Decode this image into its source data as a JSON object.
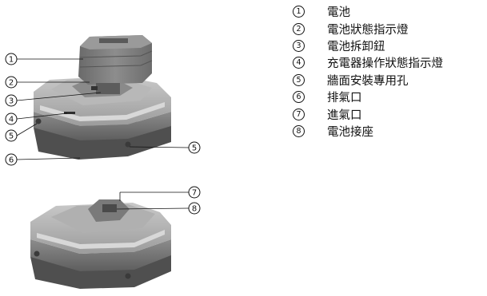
{
  "legend": [
    {
      "num": "1",
      "label": "電池"
    },
    {
      "num": "2",
      "label": "電池狀態指示燈"
    },
    {
      "num": "3",
      "label": "電池拆卸鈕"
    },
    {
      "num": "4",
      "label": "充電器操作狀態指示燈"
    },
    {
      "num": "5",
      "label": "牆面安裝專用孔"
    },
    {
      "num": "6",
      "label": "排氣口"
    },
    {
      "num": "7",
      "label": "進氣口"
    },
    {
      "num": "8",
      "label": "電池接座"
    }
  ],
  "callouts_top": [
    "1",
    "2",
    "3",
    "4",
    "5",
    "5",
    "6"
  ],
  "callouts_bottom": [
    "7",
    "8"
  ]
}
